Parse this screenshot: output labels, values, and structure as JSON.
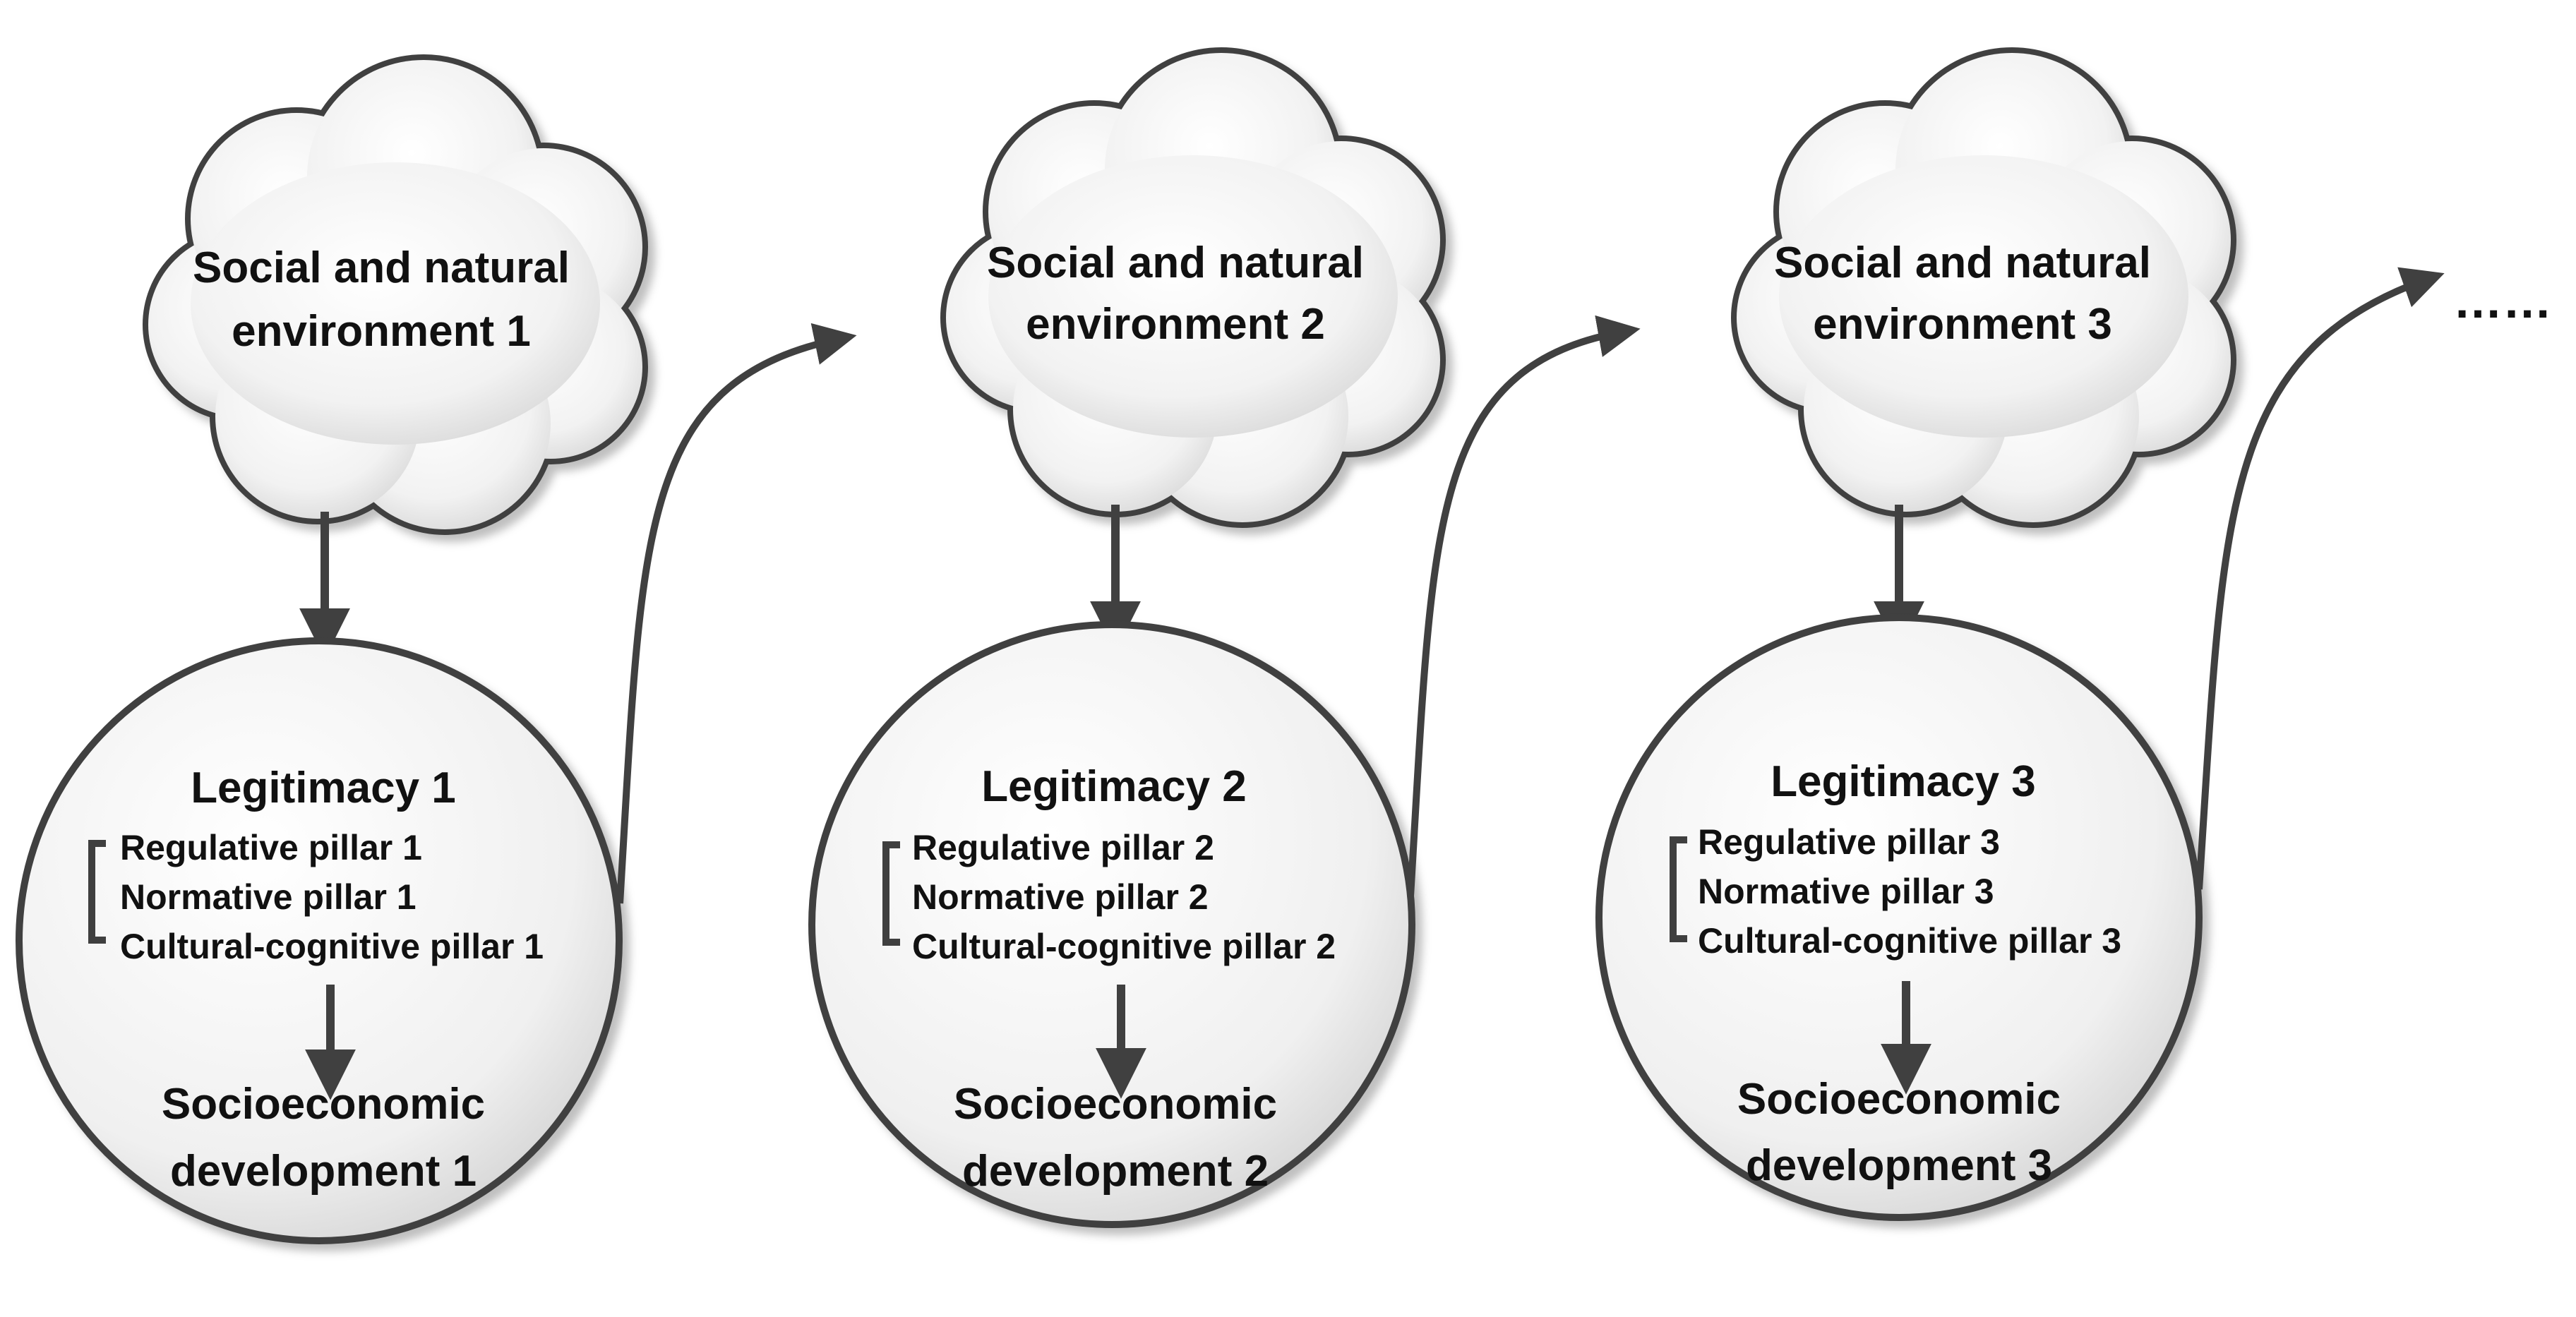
{
  "colors": {
    "stroke": "#3f3f3f",
    "arrow": "#404040",
    "fill_light": "#ffffff",
    "fill_dark": "#d9d9d9",
    "text": "#111111"
  },
  "stages": [
    {
      "environment_line1": "Social and natural",
      "environment_line2": "environment 1",
      "legitimacy": "Legitimacy 1",
      "pillars": [
        "Regulative pillar 1",
        "Normative pillar 1",
        "Cultural-cognitive pillar 1"
      ],
      "development_line1": "Socioeconomic",
      "development_line2": "development 1"
    },
    {
      "environment_line1": "Social and natural",
      "environment_line2": "environment 2",
      "legitimacy": "Legitimacy 2",
      "pillars": [
        "Regulative pillar 2",
        "Normative pillar 2",
        "Cultural-cognitive pillar 2"
      ],
      "development_line1": "Socioeconomic",
      "development_line2": "development 2"
    },
    {
      "environment_line1": "Social and natural",
      "environment_line2": "environment 3",
      "legitimacy": "Legitimacy 3",
      "pillars": [
        "Regulative pillar 3",
        "Normative pillar 3",
        "Cultural-cognitive pillar 3"
      ],
      "development_line1": "Socioeconomic",
      "development_line2": "development 3"
    }
  ],
  "continuation": "……"
}
